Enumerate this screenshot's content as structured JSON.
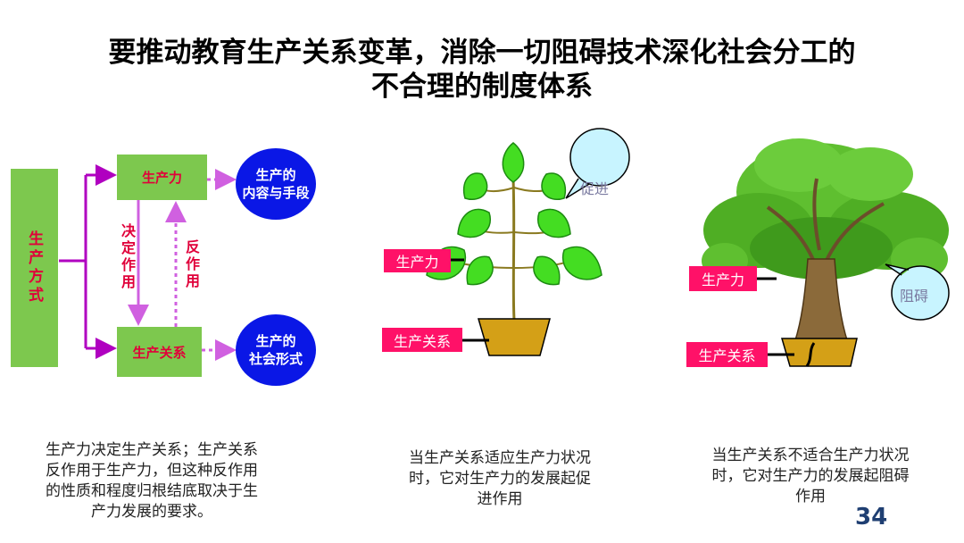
{
  "title": {
    "line1": "要推动教育生产关系变革，消除一切阻碍技术深化社会分工的",
    "line2": "不合理的制度体系"
  },
  "diagram": {
    "mode_box": "生产方式",
    "productive_forces_box": "生产力",
    "relations_box": "生产关系",
    "circle_top_line1": "生产的",
    "circle_top_line2": "内容与手段",
    "circle_bottom_line1": "生产的",
    "circle_bottom_line2": "社会形式",
    "decides_label": "决定作用",
    "reacts_label": "反作用"
  },
  "plant": {
    "bubble": "促进",
    "tag_forces": "生产力",
    "tag_relations": "生产关系"
  },
  "tree": {
    "bubble": "阻碍",
    "tag_forces": "生产力",
    "tag_relations": "生产关系"
  },
  "captions": {
    "left": [
      "生产力决定生产关系；生产关系",
      "反作用于生产力，但这种反作用",
      "的性质和程度归根结底取决于生",
      "产力发展的要求。"
    ],
    "middle": [
      "当生产关系适应生产力状况",
      "时，它对生产力的发展起促",
      "进作用"
    ],
    "right": [
      "当生产关系不适合生产力状况",
      "时，它对生产力的发展起阻碍",
      "作用"
    ]
  },
  "page_number": "34",
  "colors": {
    "box_green": "#7dc84e",
    "label_red": "#e0003a",
    "arrow_magenta": "#b000c0",
    "circle_blue": "#0a17e6",
    "tag_pink": "#ff1168",
    "leaf_green": "#44dd22",
    "pot_gold": "#d4a017",
    "trunk_brown": "#8b6a3a",
    "page_num_blue": "#1f3f72"
  }
}
